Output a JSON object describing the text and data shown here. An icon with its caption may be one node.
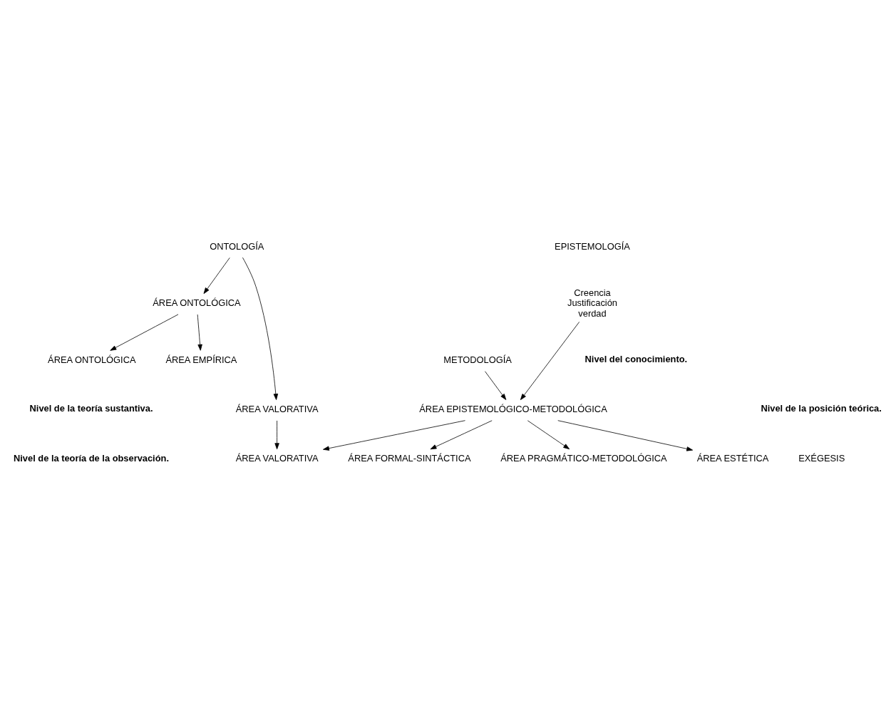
{
  "diagram": {
    "nodes": [
      {
        "text": [
          "Creencia",
          "Justificación",
          "verdad"
        ]
      },
      {
        "text": [
          "ONTOLOGÍA"
        ]
      },
      {
        "text": [
          "METODOLOGÍA"
        ]
      },
      {
        "text": [
          "ÁREA EPISTEMOLÓGICO-METODOLÓGICA"
        ]
      },
      {
        "text": [
          "ÁREA ONTOLÓGICA"
        ]
      },
      {
        "text": [
          "ÁREA VALORATIVA"
        ]
      },
      {
        "text": [
          "ÁREA VALORATIVA"
        ]
      },
      {
        "text": [
          "ÁREA FORMAL-SINTÁCTICA"
        ]
      },
      {
        "text": [
          "ÁREA PRAGMÁTICO-METODOLÓGICA"
        ]
      },
      {
        "text": [
          "ÁREA ESTÉTICA"
        ]
      },
      {
        "text": [
          "ÁREA ONTOLÓGICA"
        ]
      },
      {
        "text": [
          "ÁREA EMPÍRICA"
        ]
      }
    ],
    "edges": [
      {
        "from": 0,
        "to": 3,
        "arrow": "to"
      },
      {
        "from": 2,
        "to": 3,
        "arrow": "to"
      },
      {
        "from": 1,
        "to": 5,
        "arrow": "to"
      },
      {
        "from": 1,
        "to": 4,
        "arrow": "to"
      },
      {
        "from": 3,
        "to": 7,
        "arrow": "to"
      },
      {
        "from": 3,
        "to": 9,
        "arrow": "to"
      },
      {
        "from": 3,
        "to": 6,
        "arrow": "to"
      },
      {
        "from": 3,
        "to": 8,
        "arrow": "to"
      },
      {
        "from": 5,
        "to": 6,
        "arrow": "to"
      },
      {
        "from": 4,
        "to": 10,
        "arrow": "to"
      },
      {
        "from": 4,
        "to": 11,
        "arrow": "to"
      }
    ],
    "labels": [
      "EPISTEMOLOGÍA",
      "Nivel del conocimiento.",
      "Nivel de la posición teórica.",
      "EXÉGESIS",
      "Nivel de la teoría sustantiva.",
      "Nivel de la teoría de la observación."
    ]
  }
}
